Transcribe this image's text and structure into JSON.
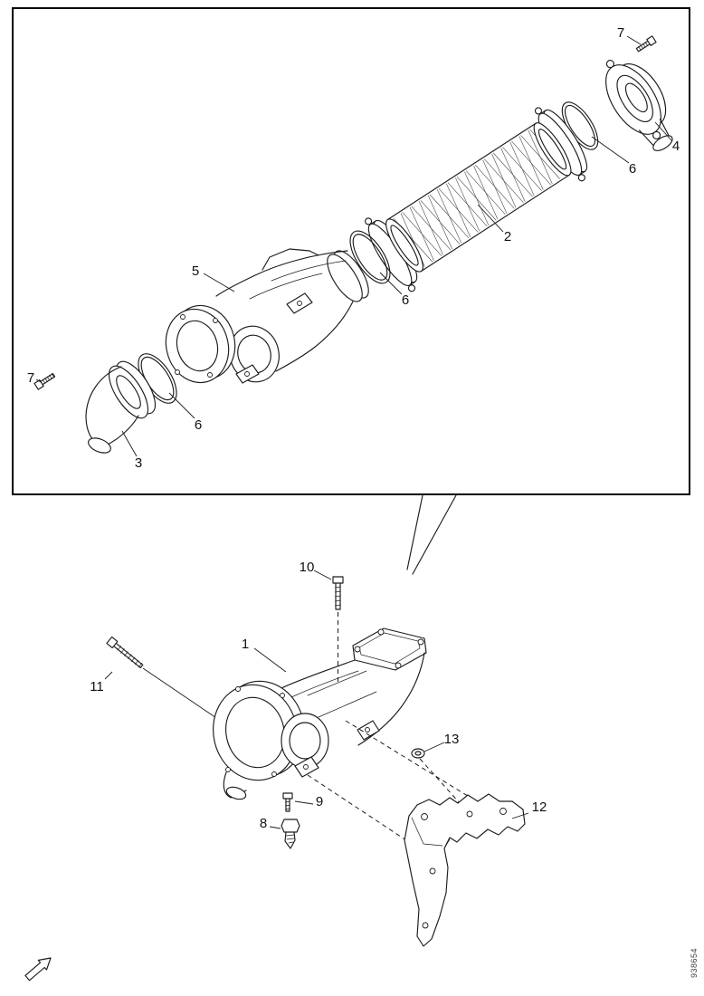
{
  "figure": {
    "part_code": "938654"
  },
  "inset": {
    "callouts": [
      {
        "label": "7"
      },
      {
        "label": "4"
      },
      {
        "label": "6"
      },
      {
        "label": "2"
      },
      {
        "label": "5"
      },
      {
        "label": "6"
      },
      {
        "label": "7"
      },
      {
        "label": "6"
      },
      {
        "label": "3"
      }
    ]
  },
  "main": {
    "callouts": [
      {
        "label": "10"
      },
      {
        "label": "1"
      },
      {
        "label": "11"
      },
      {
        "label": "13"
      },
      {
        "label": "9"
      },
      {
        "label": "8"
      },
      {
        "label": "12"
      }
    ]
  },
  "colors": {
    "line": "#1c1c1c",
    "background": "#ffffff"
  }
}
